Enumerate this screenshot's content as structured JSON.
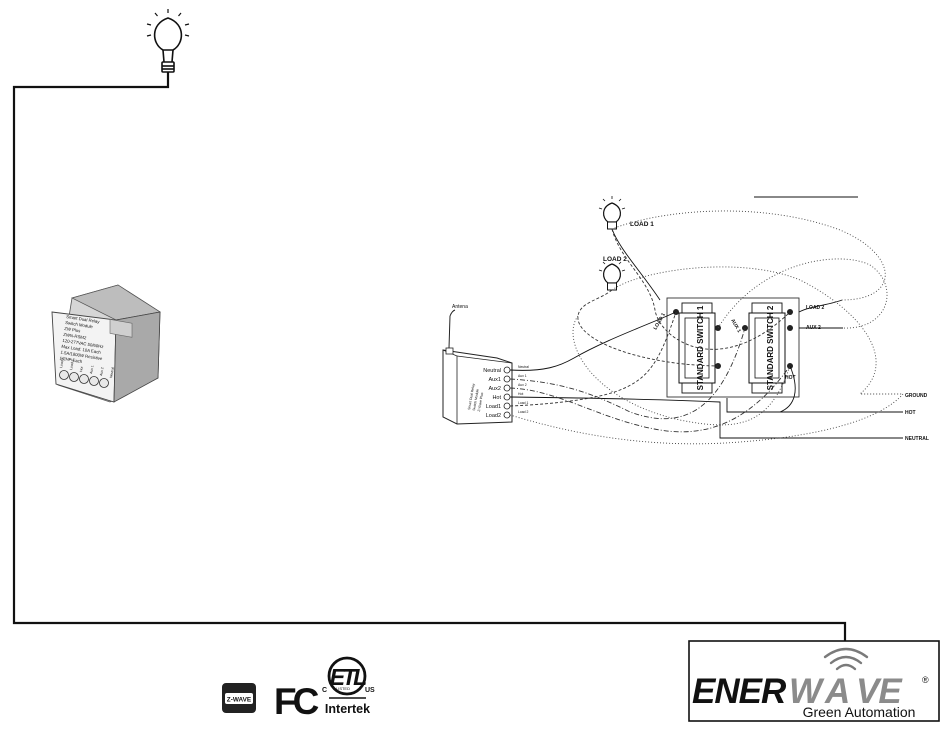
{
  "module": {
    "left_terminals": [
      "Neutral",
      "Aux1",
      "Aux2",
      "Hot",
      "Load1",
      "Load2"
    ],
    "wire_labels": [
      "Neutral",
      "Aux 1",
      "Aux 2",
      "Hot",
      "Load 1",
      "Load 2"
    ],
    "antenna_label": "Antena",
    "side_text": [
      "Smart Dual Relay",
      "Switch Module",
      "Z-Wave Plus"
    ]
  },
  "product": {
    "label_lines": [
      "Smart Dual Relay",
      "Switch Module",
      "ZW Plus",
      "ZWN-RSM2",
      "120-277VAC 50/60Hz",
      "Max Load: 10A Each",
      "1.5A/1800W Resistive",
      "1/2HP Each"
    ],
    "terminal_labels": [
      "Load 1",
      "Load 2",
      "Hot",
      "Aux 1",
      "Aux 2",
      "Neutral"
    ]
  },
  "diagram": {
    "load1_label": "LOAD 1",
    "load2_label": "LOAD 2",
    "switch1_label": "STANDARD SWITCH 1",
    "switch2_label": "STANDARD SWITCH 2",
    "switch1_terminals": [
      "LOAD 1",
      "AUX 1"
    ],
    "switch2_terminals": [
      "LOAD 2",
      "AUX 2",
      "HOT"
    ],
    "ground_label": "GROUND",
    "hot_label": "HOT",
    "neutral_label": "NEUTRAL"
  },
  "certs": {
    "zwave": "Z-WAVE",
    "fcc": "FC",
    "etl": "ETL",
    "etl_c": "C",
    "etl_us": "US",
    "etl_listed": "LISTED",
    "intertek": "Intertek"
  },
  "brand": {
    "name_part1": "ENER",
    "name_part2": "W",
    "name_part3": "A",
    "name_part4": "VE",
    "registered": "®",
    "tagline": "Green Automation"
  }
}
